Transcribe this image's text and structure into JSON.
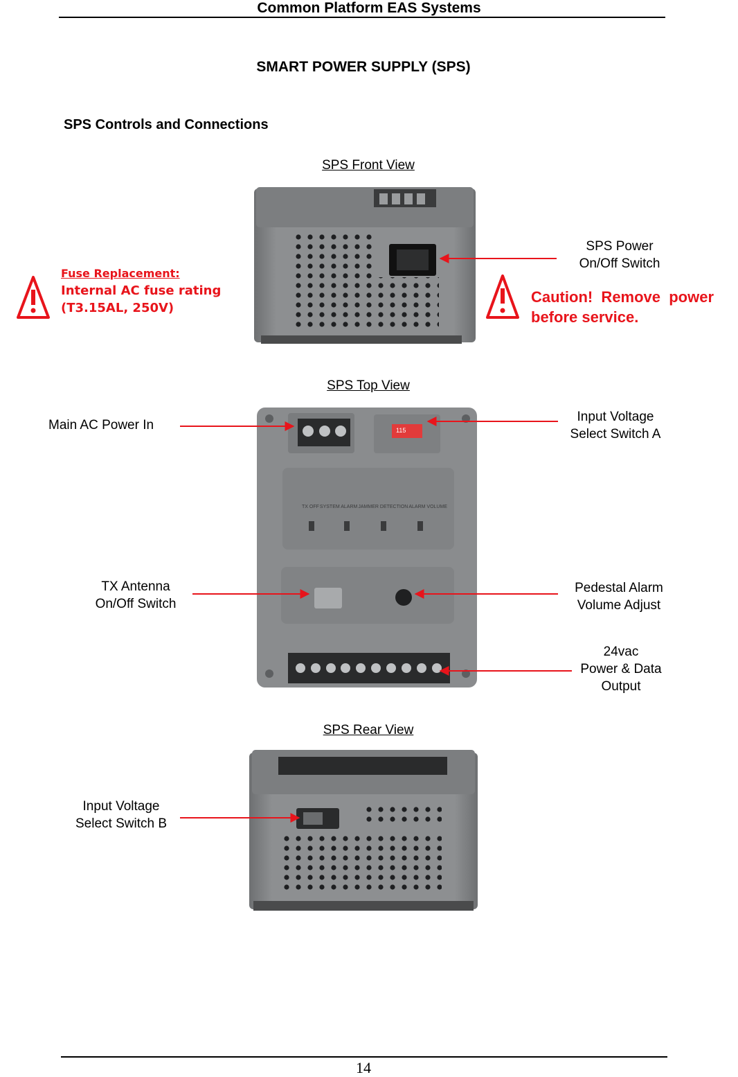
{
  "header": {
    "title": "Common Platform EAS Systems"
  },
  "page_title": "SMART POWER SUPPLY (SPS)",
  "section_heading": "SPS Controls and Connections",
  "front_view": {
    "title": "SPS Front View",
    "fuse_heading": "Fuse Replacement:",
    "fuse_line1": "Internal AC fuse rating",
    "fuse_line2": "(T3.15AL, 250V)",
    "power_switch_line1": "SPS Power",
    "power_switch_line2": "On/Off Switch",
    "caution_line1": "Caution!  Remove  power",
    "caution_line2": "before service."
  },
  "top_view": {
    "title": "SPS Top View",
    "main_ac": "Main AC Power In",
    "input_a_line1": "Input Voltage",
    "input_a_line2": "Select Switch A",
    "tx_line1": "TX Antenna",
    "tx_line2": "On/Off Switch",
    "pedestal_line1": "Pedestal Alarm",
    "pedestal_line2": "Volume Adjust",
    "output_line1": "24vac",
    "output_line2": "Power & Data",
    "output_line3": "Output",
    "panel_labels": [
      "TX OFF",
      "SYSTEM ALARM",
      "JAMMER DETECTION",
      "ALARM VOLUME"
    ],
    "switch_label": "115"
  },
  "rear_view": {
    "title": "SPS Rear View",
    "input_b_line1": "Input Voltage",
    "input_b_line2": "Select Switch B"
  },
  "page_number": "14",
  "colors": {
    "accent_red": "#e8141b",
    "device_gray": "#8a8c8e"
  }
}
